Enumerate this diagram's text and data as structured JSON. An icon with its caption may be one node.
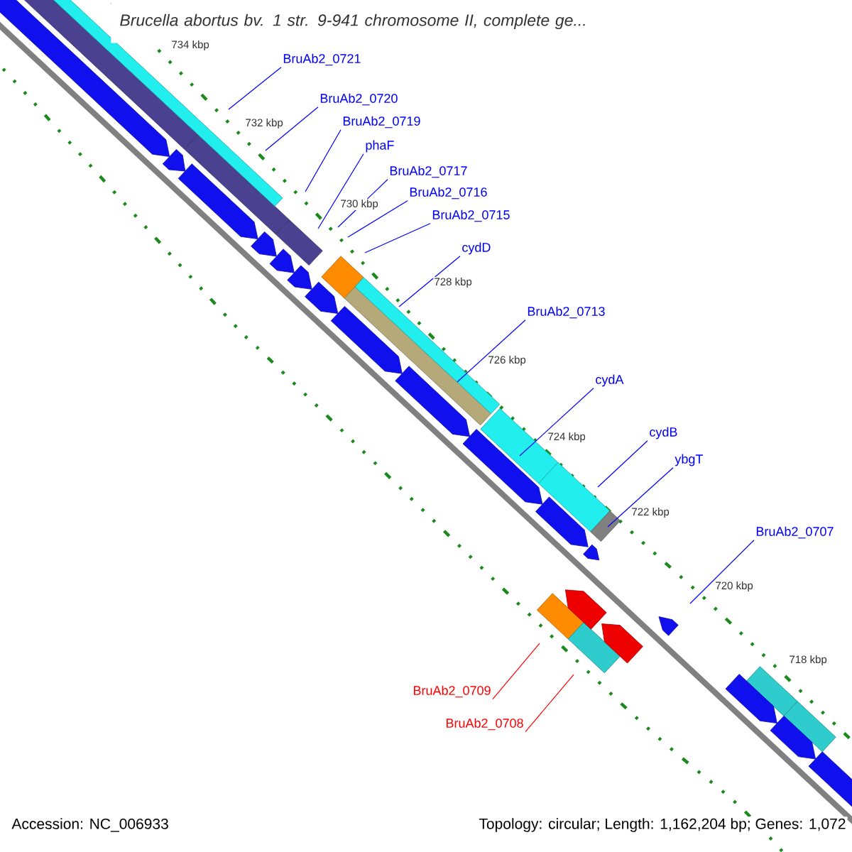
{
  "diagram": {
    "title": "Brucella abortus bv. 1 str. 9-941 chromosome II, complete ge...",
    "nodes": [
      {
        "text": [
          "BruAb2_0721"
        ]
      },
      {
        "text": [
          "BruAb2_0720"
        ]
      },
      {
        "text": [
          "BruAb2_0719"
        ]
      },
      {
        "text": [
          "phaF"
        ]
      },
      {
        "text": [
          "BruAb2_0717"
        ]
      },
      {
        "text": [
          "BruAb2_0716"
        ]
      },
      {
        "text": [
          "BruAb2_0715"
        ]
      },
      {
        "text": [
          "cydD"
        ]
      },
      {
        "text": [
          "BruAb2_0713"
        ]
      },
      {
        "text": [
          "cydA"
        ]
      },
      {
        "text": [
          "cydB"
        ]
      },
      {
        "text": [
          "ybgT"
        ]
      },
      {
        "text": [
          "BruAb2_0707"
        ]
      },
      {
        "text": [
          "BruAb2_0709"
        ]
      },
      {
        "text": [
          "BruAb2_0708"
        ]
      }
    ],
    "edges": [
      {
        "from": 0,
        "to": null,
        "arrow": "none"
      },
      {
        "from": 1,
        "to": null,
        "arrow": "none"
      },
      {
        "from": 2,
        "to": null,
        "arrow": "none"
      },
      {
        "from": 3,
        "to": null,
        "arrow": "none"
      },
      {
        "from": 4,
        "to": null,
        "arrow": "none"
      },
      {
        "from": 5,
        "to": null,
        "arrow": "none"
      },
      {
        "from": 6,
        "to": null,
        "arrow": "none"
      },
      {
        "from": 7,
        "to": null,
        "arrow": "none"
      },
      {
        "from": 8,
        "to": null,
        "arrow": "none"
      },
      {
        "from": 9,
        "to": null,
        "arrow": "none"
      },
      {
        "from": 10,
        "to": null,
        "arrow": "none"
      },
      {
        "from": 11,
        "to": null,
        "arrow": "none"
      },
      {
        "from": 12,
        "to": null,
        "arrow": "none"
      },
      {
        "from": 13,
        "to": null,
        "arrow": "none",
        "color": "#ff0000"
      },
      {
        "from": 14,
        "to": null,
        "arrow": "none",
        "color": "#ff0000"
      }
    ],
    "labels": [
      "734 kbp",
      "732 kbp",
      "730 kbp",
      "728 kbp",
      "726 kbp",
      "724 kbp",
      "722 kbp",
      "720 kbp",
      "718 kbp",
      "Accession: NC_006933",
      "Topology: circular; Length: 1,162,204 bp; Genes: 1,072"
    ]
  }
}
